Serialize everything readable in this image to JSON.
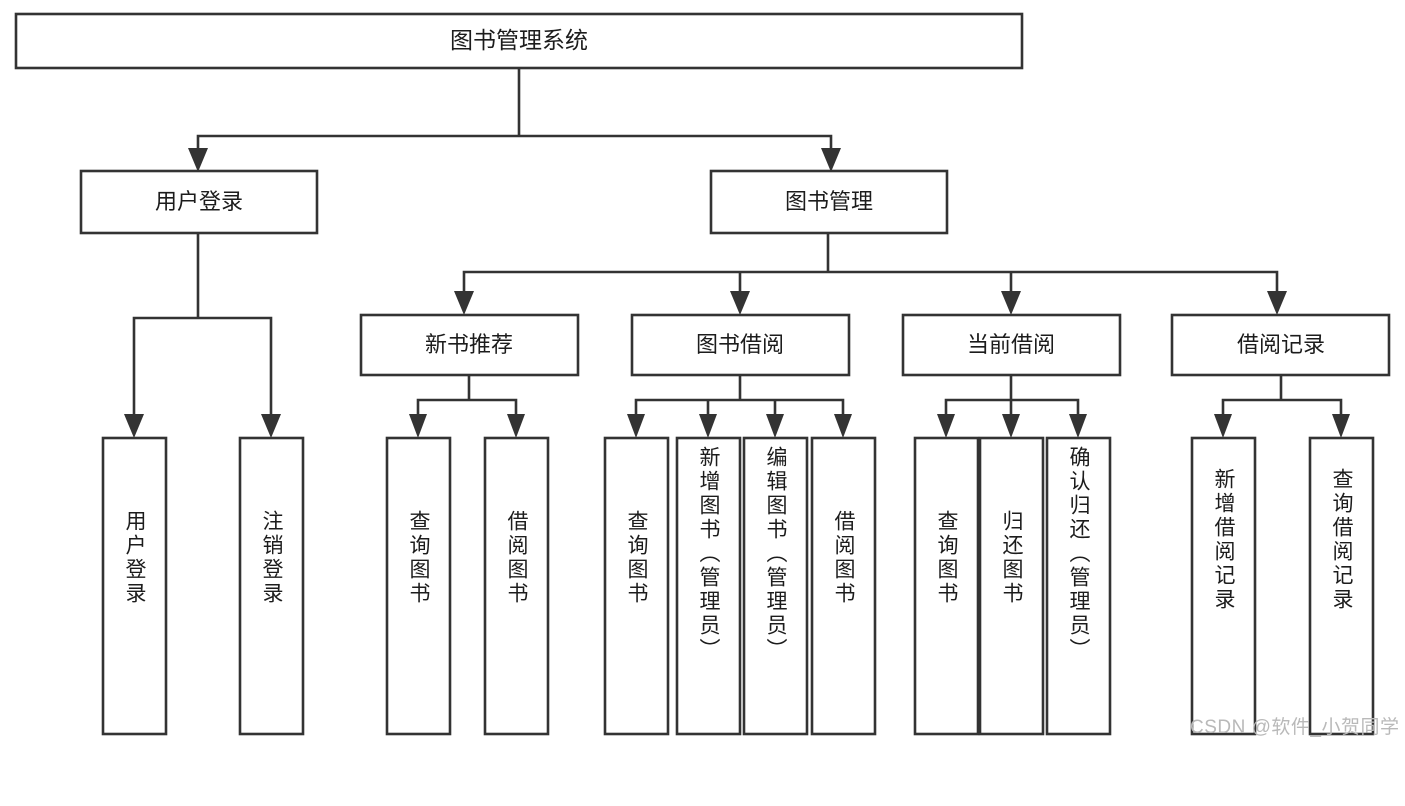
{
  "diagram": {
    "type": "tree",
    "title": "图书管理系统",
    "orientation": "top-down",
    "colors": {
      "box_stroke": "#333333",
      "box_fill": "#ffffff",
      "text": "#1c1c1c",
      "background": "#ffffff",
      "watermark": "#b9b9b9"
    },
    "levels": [
      {
        "level": 1,
        "nodes": [
          {
            "id": "root",
            "label": "图书管理系统",
            "orientation": "horizontal"
          }
        ]
      },
      {
        "level": 2,
        "nodes": [
          {
            "id": "login",
            "label": "用户登录",
            "parent": "root",
            "orientation": "horizontal"
          },
          {
            "id": "bookmgmt",
            "label": "图书管理",
            "parent": "root",
            "orientation": "horizontal"
          }
        ]
      },
      {
        "level": 3,
        "nodes": [
          {
            "id": "newbook",
            "label": "新书推荐",
            "parent": "bookmgmt",
            "orientation": "horizontal"
          },
          {
            "id": "borrow",
            "label": "图书借阅",
            "parent": "bookmgmt",
            "orientation": "horizontal"
          },
          {
            "id": "current",
            "label": "当前借阅",
            "parent": "bookmgmt",
            "orientation": "horizontal"
          },
          {
            "id": "records",
            "label": "借阅记录",
            "parent": "bookmgmt",
            "orientation": "horizontal"
          }
        ]
      },
      {
        "level": 4,
        "nodes": [
          {
            "id": "leaf1",
            "label": "用户登录",
            "parent": "login",
            "orientation": "vertical"
          },
          {
            "id": "leaf2",
            "label": "注销登录",
            "parent": "login",
            "orientation": "vertical"
          },
          {
            "id": "leaf3",
            "label": "查询图书",
            "parent": "newbook",
            "orientation": "vertical"
          },
          {
            "id": "leaf4",
            "label": "借阅图书",
            "parent": "newbook",
            "orientation": "vertical"
          },
          {
            "id": "leaf5",
            "label": "查询图书",
            "parent": "borrow",
            "orientation": "vertical"
          },
          {
            "id": "leaf6",
            "label": "新增图书（管理员）",
            "parent": "borrow",
            "orientation": "vertical"
          },
          {
            "id": "leaf7",
            "label": "编辑图书（管理员）",
            "parent": "borrow",
            "orientation": "vertical"
          },
          {
            "id": "leaf8",
            "label": "借阅图书",
            "parent": "borrow",
            "orientation": "vertical"
          },
          {
            "id": "leaf9",
            "label": "查询图书",
            "parent": "current",
            "orientation": "vertical"
          },
          {
            "id": "leaf10",
            "label": "归还图书",
            "parent": "current",
            "orientation": "vertical"
          },
          {
            "id": "leaf11",
            "label": "确认归还（管理员）",
            "parent": "current",
            "orientation": "vertical"
          },
          {
            "id": "leaf12",
            "label": "新增借阅记录",
            "parent": "records",
            "orientation": "vertical"
          },
          {
            "id": "leaf13",
            "label": "查询借阅记录",
            "parent": "records",
            "orientation": "vertical"
          }
        ]
      }
    ]
  },
  "watermark": {
    "text": "CSDN @软件_小贺同学"
  }
}
